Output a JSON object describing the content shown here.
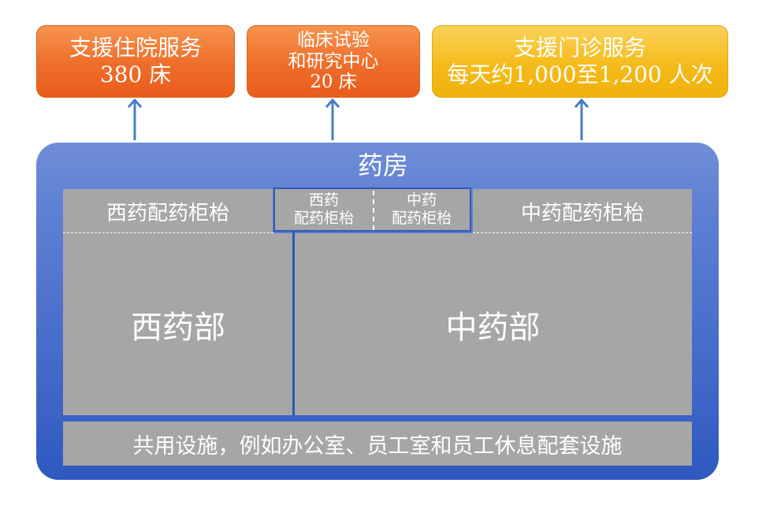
{
  "top_boxes": {
    "inpatient": {
      "line1": "支援住院服务",
      "line2": "380 床"
    },
    "clinical": {
      "line1": "临床试验",
      "line2": "和研究中心",
      "line3": "20 床"
    },
    "outpatient": {
      "line1": "支援门诊服务",
      "line2": "每天约1,000至1,200 人次"
    }
  },
  "pharmacy": {
    "title": "药房",
    "west_counter": "西药配药柜枱",
    "east_counter": "中药配药柜枱",
    "mid_west": {
      "line1": "西药",
      "line2": "配药柜枱"
    },
    "mid_east": {
      "line1": "中药",
      "line2": "配药柜枱"
    },
    "west_dept": "西药部",
    "east_dept": "中药部",
    "shared": "共用设施，例如办公室、员工室和员工休息配套设施"
  },
  "colors": {
    "orange": "#ee6d2a",
    "yellow": "#f5bb1c",
    "blue": "#4268c8",
    "gray": "#a6a6a6",
    "arrow": "#4a7cc9"
  }
}
